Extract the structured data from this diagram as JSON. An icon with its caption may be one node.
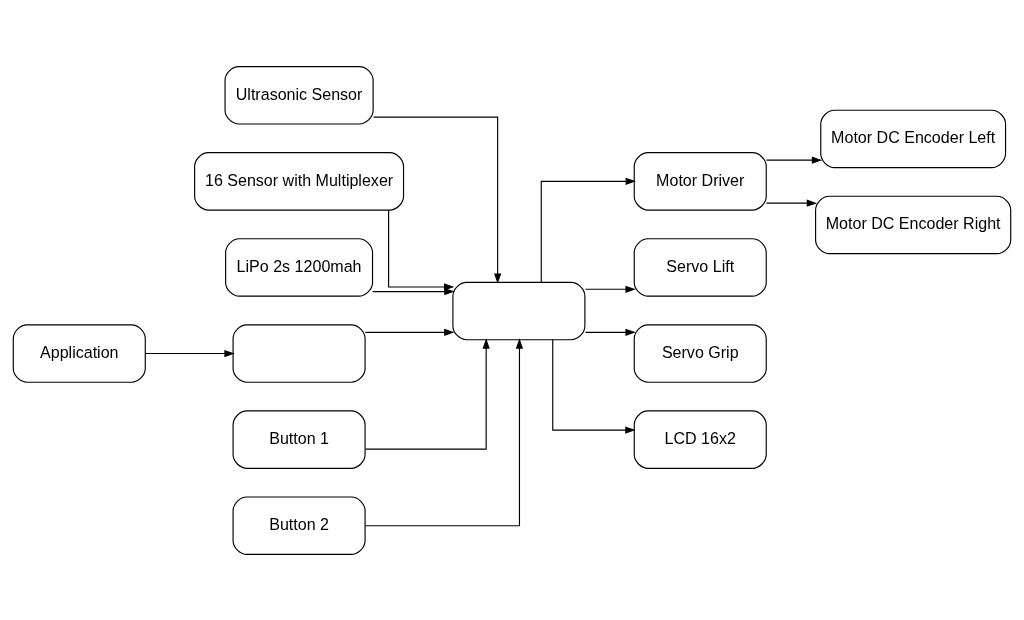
{
  "diagram": {
    "nodes": [
      {
        "text": [
          "Ultrasonic Sensor"
        ]
      },
      {
        "text": [
          "16 Sensor with Multiplexer"
        ]
      },
      {
        "text": [
          "LiPo 2s 1200mah"
        ]
      },
      {
        "text": [
          "Motor DC Encoder Left"
        ]
      },
      {
        "text": [
          "Application"
        ]
      },
      {
        "text": [],
        "shape": "box"
      },
      {
        "text": [],
        "shape": "box"
      },
      {
        "text": [
          "Motor Driver"
        ]
      },
      {
        "text": [
          "Button 1"
        ]
      },
      {
        "text": [
          "Servo Lift"
        ]
      },
      {
        "text": [
          "Servo Grip"
        ]
      },
      {
        "text": [
          "Motor DC Encoder Right"
        ]
      },
      {
        "text": [
          "Button 2"
        ]
      },
      {
        "text": [
          "LCD 16x2"
        ]
      }
    ],
    "edges": [
      {
        "from": 4,
        "to": 5,
        "arrow": "to"
      },
      {
        "from": 0,
        "to": 6,
        "arrow": "to"
      },
      {
        "from": 1,
        "to": 6,
        "arrow": "to"
      },
      {
        "from": 5,
        "to": 6,
        "arrow": "to"
      },
      {
        "from": 8,
        "to": 6,
        "arrow": "to"
      },
      {
        "from": 12,
        "to": 6,
        "arrow": "to"
      },
      {
        "from": 2,
        "to": 6,
        "arrow": "to"
      },
      {
        "from": 6,
        "to": 7,
        "arrow": "to"
      },
      {
        "from": 7,
        "to": 3,
        "arrow": "to"
      },
      {
        "from": 7,
        "to": 11,
        "arrow": "to"
      },
      {
        "from": 6,
        "to": 9,
        "arrow": "to"
      },
      {
        "from": 6,
        "to": 10,
        "arrow": "to"
      },
      {
        "from": 6,
        "to": 13,
        "arrow": "to"
      }
    ]
  }
}
